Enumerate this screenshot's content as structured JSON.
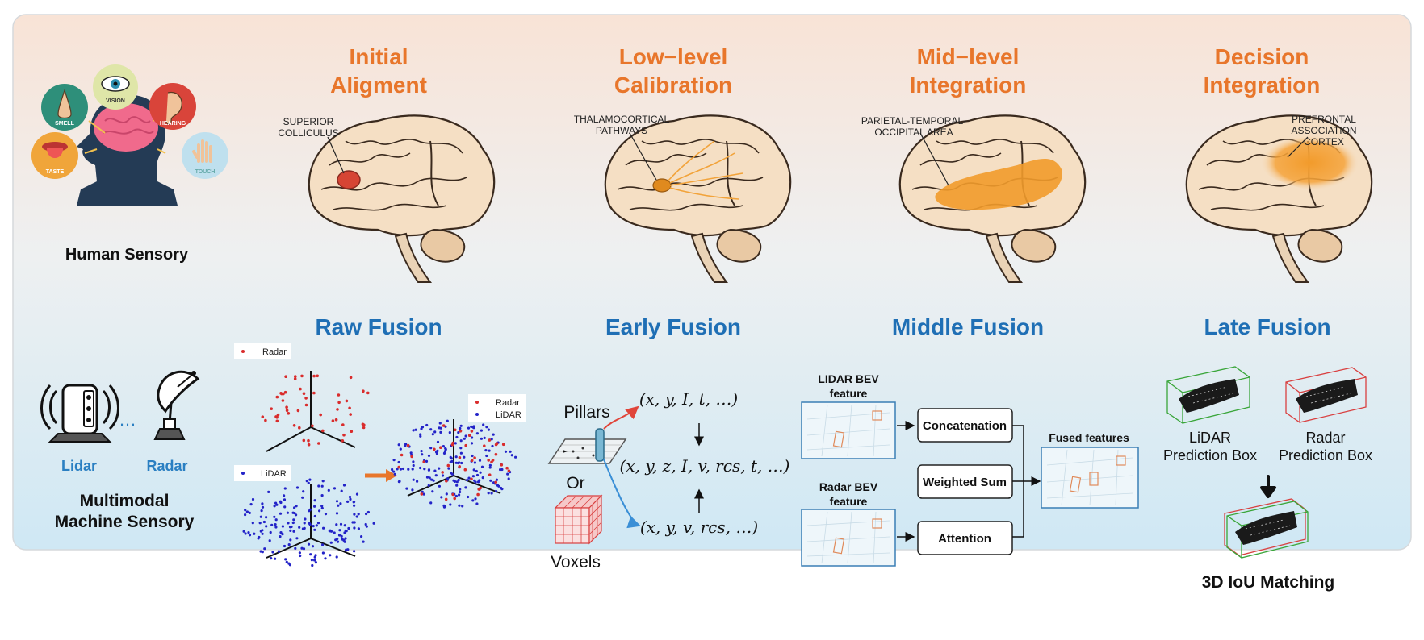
{
  "colors": {
    "stage_title": "#e8762b",
    "fusion_title": "#1f6fb5",
    "sensor_label": "#2a7fc2",
    "radar_point": "#d92c2c",
    "lidar_point": "#2323c8",
    "brain": "#f5dfc4",
    "highlight": "#f29b2b"
  },
  "human": {
    "label": "Human Sensory",
    "senses": [
      "SMELL",
      "VISION",
      "HEARING",
      "TASTE",
      "TOUCH"
    ]
  },
  "stages": [
    {
      "title_l1": "Initial",
      "title_l2": "Aligment",
      "region_l1": "SUPERIOR",
      "region_l2": "COLLICULUS",
      "region_l3": ""
    },
    {
      "title_l1": "Low−level",
      "title_l2": "Calibration",
      "region_l1": "THALAMOCORTICAL",
      "region_l2": "PATHWAYS",
      "region_l3": ""
    },
    {
      "title_l1": "Mid−level",
      "title_l2": "Integration",
      "region_l1": "PARIETAL-TEMPORAL-",
      "region_l2": "OCCIPITAL AREA",
      "region_l3": ""
    },
    {
      "title_l1": "Decision",
      "title_l2": "Integration",
      "region_l1": "PREFRONTAL",
      "region_l2": "ASSOCIATION",
      "region_l3": "CORTEX"
    }
  ],
  "machine": {
    "lidar_label": "Lidar",
    "radar_label": "Radar",
    "dots": "…",
    "label_l1": "Multimodal",
    "label_l2": "Machine Sensory"
  },
  "fusions": {
    "raw": "Raw Fusion",
    "early": "Early Fusion",
    "middle": "Middle Fusion",
    "late": "Late Fusion"
  },
  "raw_fusion": {
    "legend_radar": "Radar",
    "legend_lidar": "LiDAR"
  },
  "early_fusion": {
    "pillars": "Pillars",
    "or": "Or",
    "voxels": "Voxels",
    "lidar_tuple": "(x, y, I, t, …)",
    "fused_tuple": "(x, y, z, I, v, rcs, t, …)",
    "radar_tuple": "(x, y, v, rcs, …)"
  },
  "middle_fusion": {
    "lidar_bev_l1": "LIDAR BEV",
    "lidar_bev_l2": "feature",
    "radar_bev_l1": "Radar BEV",
    "radar_bev_l2": "feature",
    "ops": [
      "Concatenation",
      "Weighted Sum",
      "Attention"
    ],
    "fused": "Fused features"
  },
  "late_fusion": {
    "lidar_box_l1": "LiDAR",
    "lidar_box_l2": "Prediction Box",
    "radar_box_l1": "Radar",
    "radar_box_l2": "Prediction Box",
    "matching": "3D IoU Matching"
  }
}
